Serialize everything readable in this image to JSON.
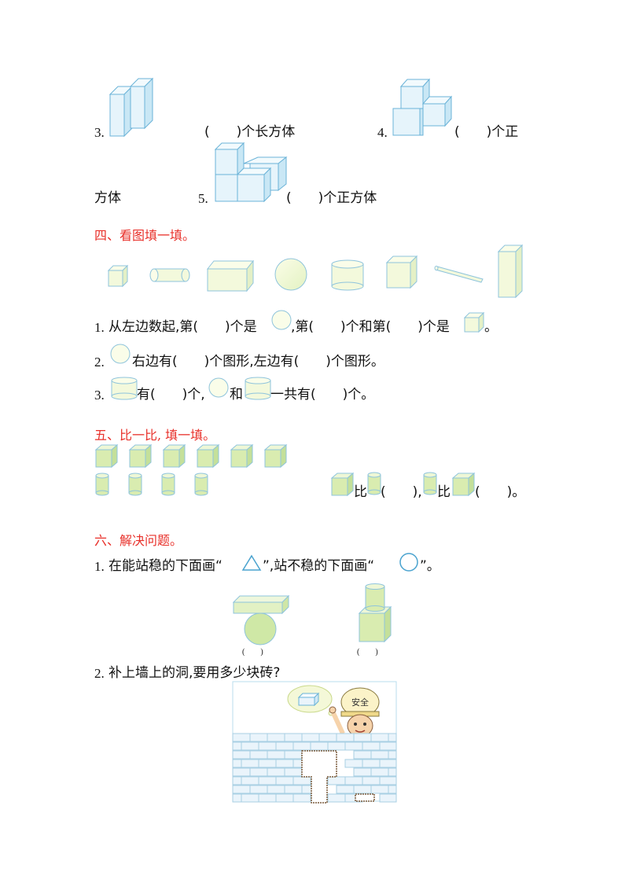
{
  "q3": {
    "num": "3.",
    "text": "(　　)个长方体"
  },
  "q4": {
    "num": "4.",
    "text": "(　　)个正",
    "cont": "方体"
  },
  "q5": {
    "num": "5.",
    "text": "(　　)个正方体"
  },
  "sec4": {
    "title": "四、看图填一填。",
    "shapes": [
      "cube",
      "cylinder",
      "cuboid",
      "sphere",
      "cylinder",
      "cube",
      "cylinder",
      "cuboid"
    ],
    "line1": {
      "num": "1.",
      "a": "从左边数起,第(　　)个是",
      "b": ",第(　　)个和第(　　)个是",
      "c": "。"
    },
    "line2": {
      "num": "2.",
      "a": "右边有(　　)个图形,左边有(　　)个图形。"
    },
    "line3": {
      "num": "3.",
      "a": "有(　　)个,",
      "b": "和",
      "c": "一共有(　　)个。"
    }
  },
  "sec5": {
    "title": "五、比一比, 填一填。",
    "cubes_count": 6,
    "cylinders_count": 4,
    "cmp_a": "比",
    "cmp_b": "(　　),",
    "cmp_c": "比",
    "cmp_d": "(　　)。"
  },
  "sec6": {
    "title": "六、解决问题。",
    "q1": {
      "num": "1.",
      "a": "在能站稳的下面画“",
      "b": "”,站不稳的下面画“",
      "c": "”。"
    },
    "paren_left": "(　　)",
    "paren_right": "(　　)",
    "q2": {
      "num": "2.",
      "text": "补上墙上的洞,要用多少块砖?"
    },
    "helmet_text": "安全"
  },
  "colors": {
    "fill": "#e8f6d0",
    "stroke": "#4aa3cf",
    "cube_front": "#e6f4fb",
    "cube_side": "#c9e7f5",
    "cube_top": "#f2fafd",
    "red": "#e8302a"
  }
}
